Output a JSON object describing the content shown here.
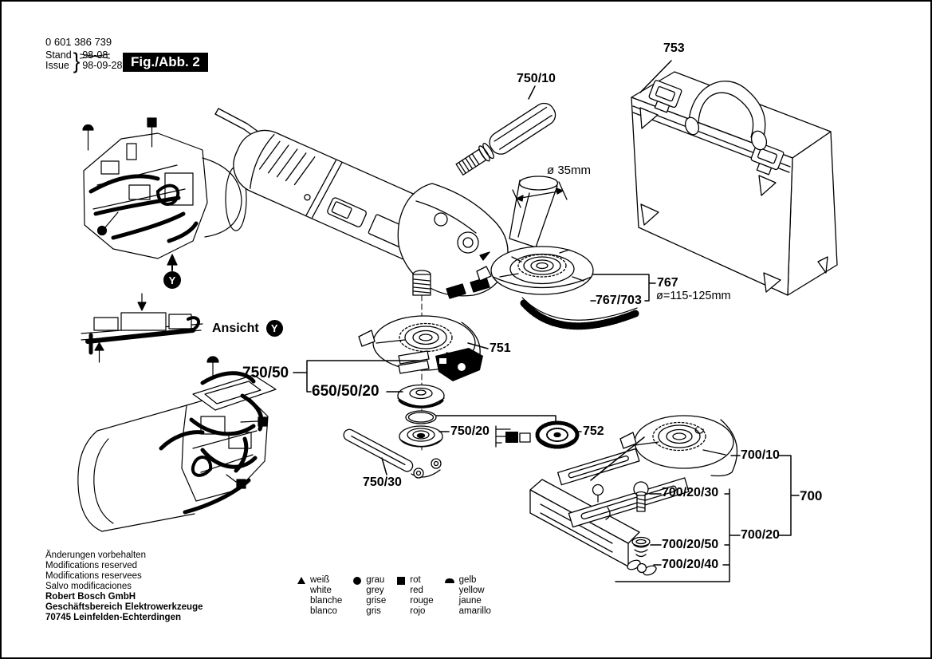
{
  "header": {
    "part_number": "0 601 386 739",
    "stand_label": "Stand",
    "stand_value": "98-08",
    "issue_label": "Issue",
    "issue_value": "98-09-28",
    "brace": "}",
    "figure_label": "Fig./Abb. 2"
  },
  "view": {
    "ansicht_label": "Ansicht",
    "letter": "Y"
  },
  "labels": {
    "p753": "753",
    "p750_10": "750/10",
    "dia_tube": "ø 35mm",
    "p767": "767",
    "dia_disc": "ø=115-125mm",
    "p767_703": "767/703",
    "p751": "751",
    "p750_50": "750/50",
    "p650_50_20": "650/50/20",
    "p750_20": "750/20",
    "p752": "752",
    "p750_30": "750/30",
    "p700_10": "700/10",
    "p700_20_30": "700/20/30",
    "p700": "700",
    "p700_20": "700/20",
    "p700_20_50": "700/20/50",
    "p700_20_40": "700/20/40"
  },
  "legend": {
    "items": [
      {
        "symbol": "triangle",
        "de": "weiß",
        "en": "white",
        "fr": "blanche",
        "es": "blanco"
      },
      {
        "symbol": "circle",
        "de": "grau",
        "en": "grey",
        "fr": "grise",
        "es": "gris"
      },
      {
        "symbol": "square",
        "de": "rot",
        "en": "red",
        "fr": "rouge",
        "es": "rojo"
      },
      {
        "symbol": "half-circle",
        "de": "gelb",
        "en": "yellow",
        "fr": "jaune",
        "es": "amarillo"
      }
    ]
  },
  "footer": {
    "notice_lines": [
      "Änderungen vorbehalten",
      "Modifications reserved",
      "Modifications reservees",
      "Salvo modificaciones"
    ],
    "company_lines": [
      "Robert Bosch GmbH",
      "Geschäftsbereich Elektrowerkzeuge",
      "70745 Leinfelden-Echterdingen"
    ]
  },
  "colors": {
    "ink": "#000000",
    "background": "#ffffff"
  }
}
